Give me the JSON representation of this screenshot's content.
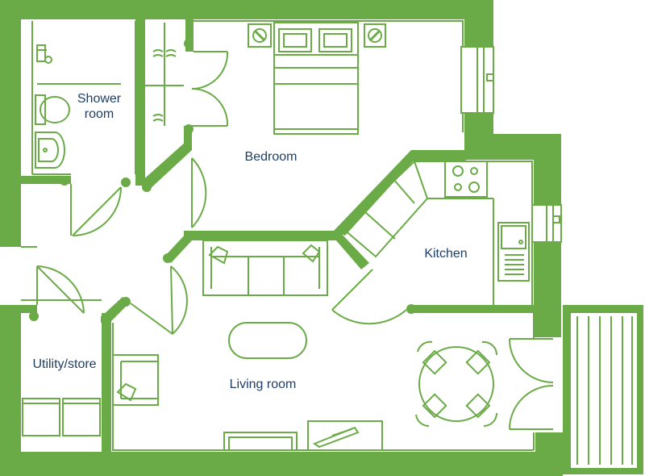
{
  "colors": {
    "wall": "#6aab47",
    "line": "#6aab47",
    "text": "#1f3f64",
    "background": "#ffffff"
  },
  "rooms": {
    "shower_room": {
      "line1": "Shower",
      "line2": "room"
    },
    "bedroom": {
      "label": "Bedroom"
    },
    "kitchen": {
      "label": "Kitchen"
    },
    "utility_store": {
      "label": "Utility/store"
    },
    "living_room": {
      "label": "Living room"
    }
  },
  "icons": [
    "toilet-icon",
    "basin-icon",
    "shower-icon",
    "bed-icon",
    "lamp-icon",
    "sofa-icon",
    "armchair-icon",
    "coffee-table-icon",
    "dining-set-icon",
    "hob-icon",
    "sink-icon",
    "washing-machine-icon",
    "tv-unit-icon",
    "balcony-icon",
    "window-icon",
    "door-swing-icon"
  ]
}
